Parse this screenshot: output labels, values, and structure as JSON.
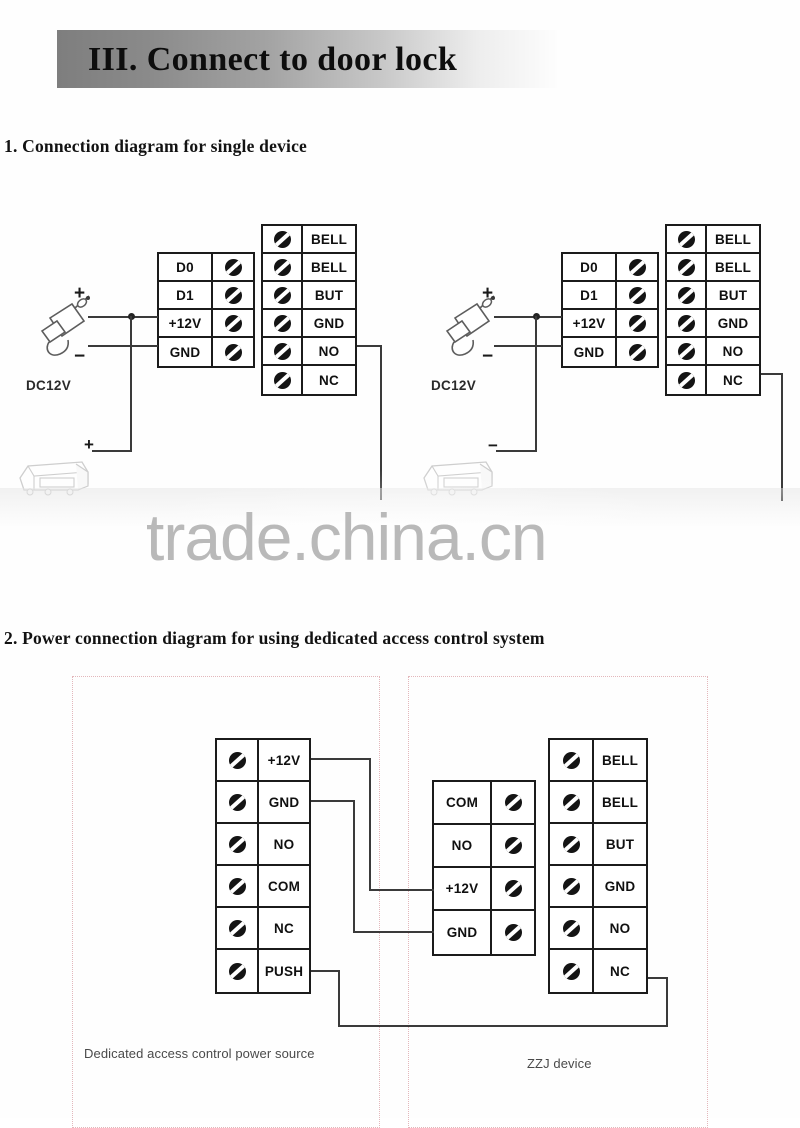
{
  "header": {
    "title": "III. Connect to door lock"
  },
  "sections": [
    {
      "id": "sec1",
      "heading": "1. Connection diagram for single device"
    },
    {
      "id": "sec2",
      "heading": "2. Power connection diagram for using dedicated access control system"
    }
  ],
  "watermark": {
    "text": "trade.china.cn"
  },
  "diagram1": {
    "left": {
      "power_label": "DC12V",
      "plus_sign": "+",
      "minus_sign": "−",
      "lock_plus": "+",
      "wiegand_block": {
        "rows": [
          {
            "label": "D0",
            "screw": "screw-icon"
          },
          {
            "label": "D1",
            "screw": "screw-icon"
          },
          {
            "label": "+12V",
            "screw": "screw-icon"
          },
          {
            "label": "GND",
            "screw": "screw-icon"
          }
        ]
      },
      "relay_block": {
        "rows": [
          {
            "screw": "screw-icon",
            "label": "BELL"
          },
          {
            "screw": "screw-icon",
            "label": "BELL"
          },
          {
            "screw": "screw-icon",
            "label": "BUT"
          },
          {
            "screw": "screw-icon",
            "label": "GND"
          },
          {
            "screw": "screw-icon",
            "label": "NO"
          },
          {
            "screw": "screw-icon",
            "label": "NC"
          }
        ]
      },
      "lock_wire_from": "NO"
    },
    "right": {
      "power_label": "DC12V",
      "plus_sign": "+",
      "minus_sign": "−",
      "lock_minus": "−",
      "wiegand_block": {
        "rows": [
          {
            "label": "D0",
            "screw": "screw-icon"
          },
          {
            "label": "D1",
            "screw": "screw-icon"
          },
          {
            "label": "+12V",
            "screw": "screw-icon"
          },
          {
            "label": "GND",
            "screw": "screw-icon"
          }
        ]
      },
      "relay_block": {
        "rows": [
          {
            "screw": "screw-icon",
            "label": "BELL"
          },
          {
            "screw": "screw-icon",
            "label": "BELL"
          },
          {
            "screw": "screw-icon",
            "label": "BUT"
          },
          {
            "screw": "screw-icon",
            "label": "GND"
          },
          {
            "screw": "screw-icon",
            "label": "NO"
          },
          {
            "screw": "screw-icon",
            "label": "NC"
          }
        ]
      },
      "lock_wire_from": "NC"
    }
  },
  "diagram2": {
    "power_box": {
      "caption": "Dedicated access control power source",
      "block": {
        "rows": [
          {
            "screw": "screw-icon",
            "label": "+12V"
          },
          {
            "screw": "screw-icon",
            "label": "GND"
          },
          {
            "screw": "screw-icon",
            "label": "NO"
          },
          {
            "screw": "screw-icon",
            "label": "COM"
          },
          {
            "screw": "screw-icon",
            "label": "NC"
          },
          {
            "screw": "screw-icon",
            "label": "PUSH"
          }
        ]
      }
    },
    "device_box": {
      "caption": "ZZJ device",
      "lock_block": {
        "rows": [
          {
            "label": "COM",
            "screw": "screw-icon"
          },
          {
            "label": "NO",
            "screw": "screw-icon"
          },
          {
            "label": "+12V",
            "screw": "screw-icon"
          },
          {
            "label": "GND",
            "screw": "screw-icon"
          }
        ]
      },
      "relay_block": {
        "rows": [
          {
            "screw": "screw-icon",
            "label": "BELL"
          },
          {
            "screw": "screw-icon",
            "label": "BELL"
          },
          {
            "screw": "screw-icon",
            "label": "BUT"
          },
          {
            "screw": "screw-icon",
            "label": "GND"
          },
          {
            "screw": "screw-icon",
            "label": "NO"
          },
          {
            "screw": "screw-icon",
            "label": "NC"
          }
        ]
      }
    }
  },
  "colors": {
    "wire": "#3a3a3a",
    "outline": "#1b1b1b",
    "dashed_box": "#e3b7bb",
    "watermark": "#b9b9b9"
  }
}
